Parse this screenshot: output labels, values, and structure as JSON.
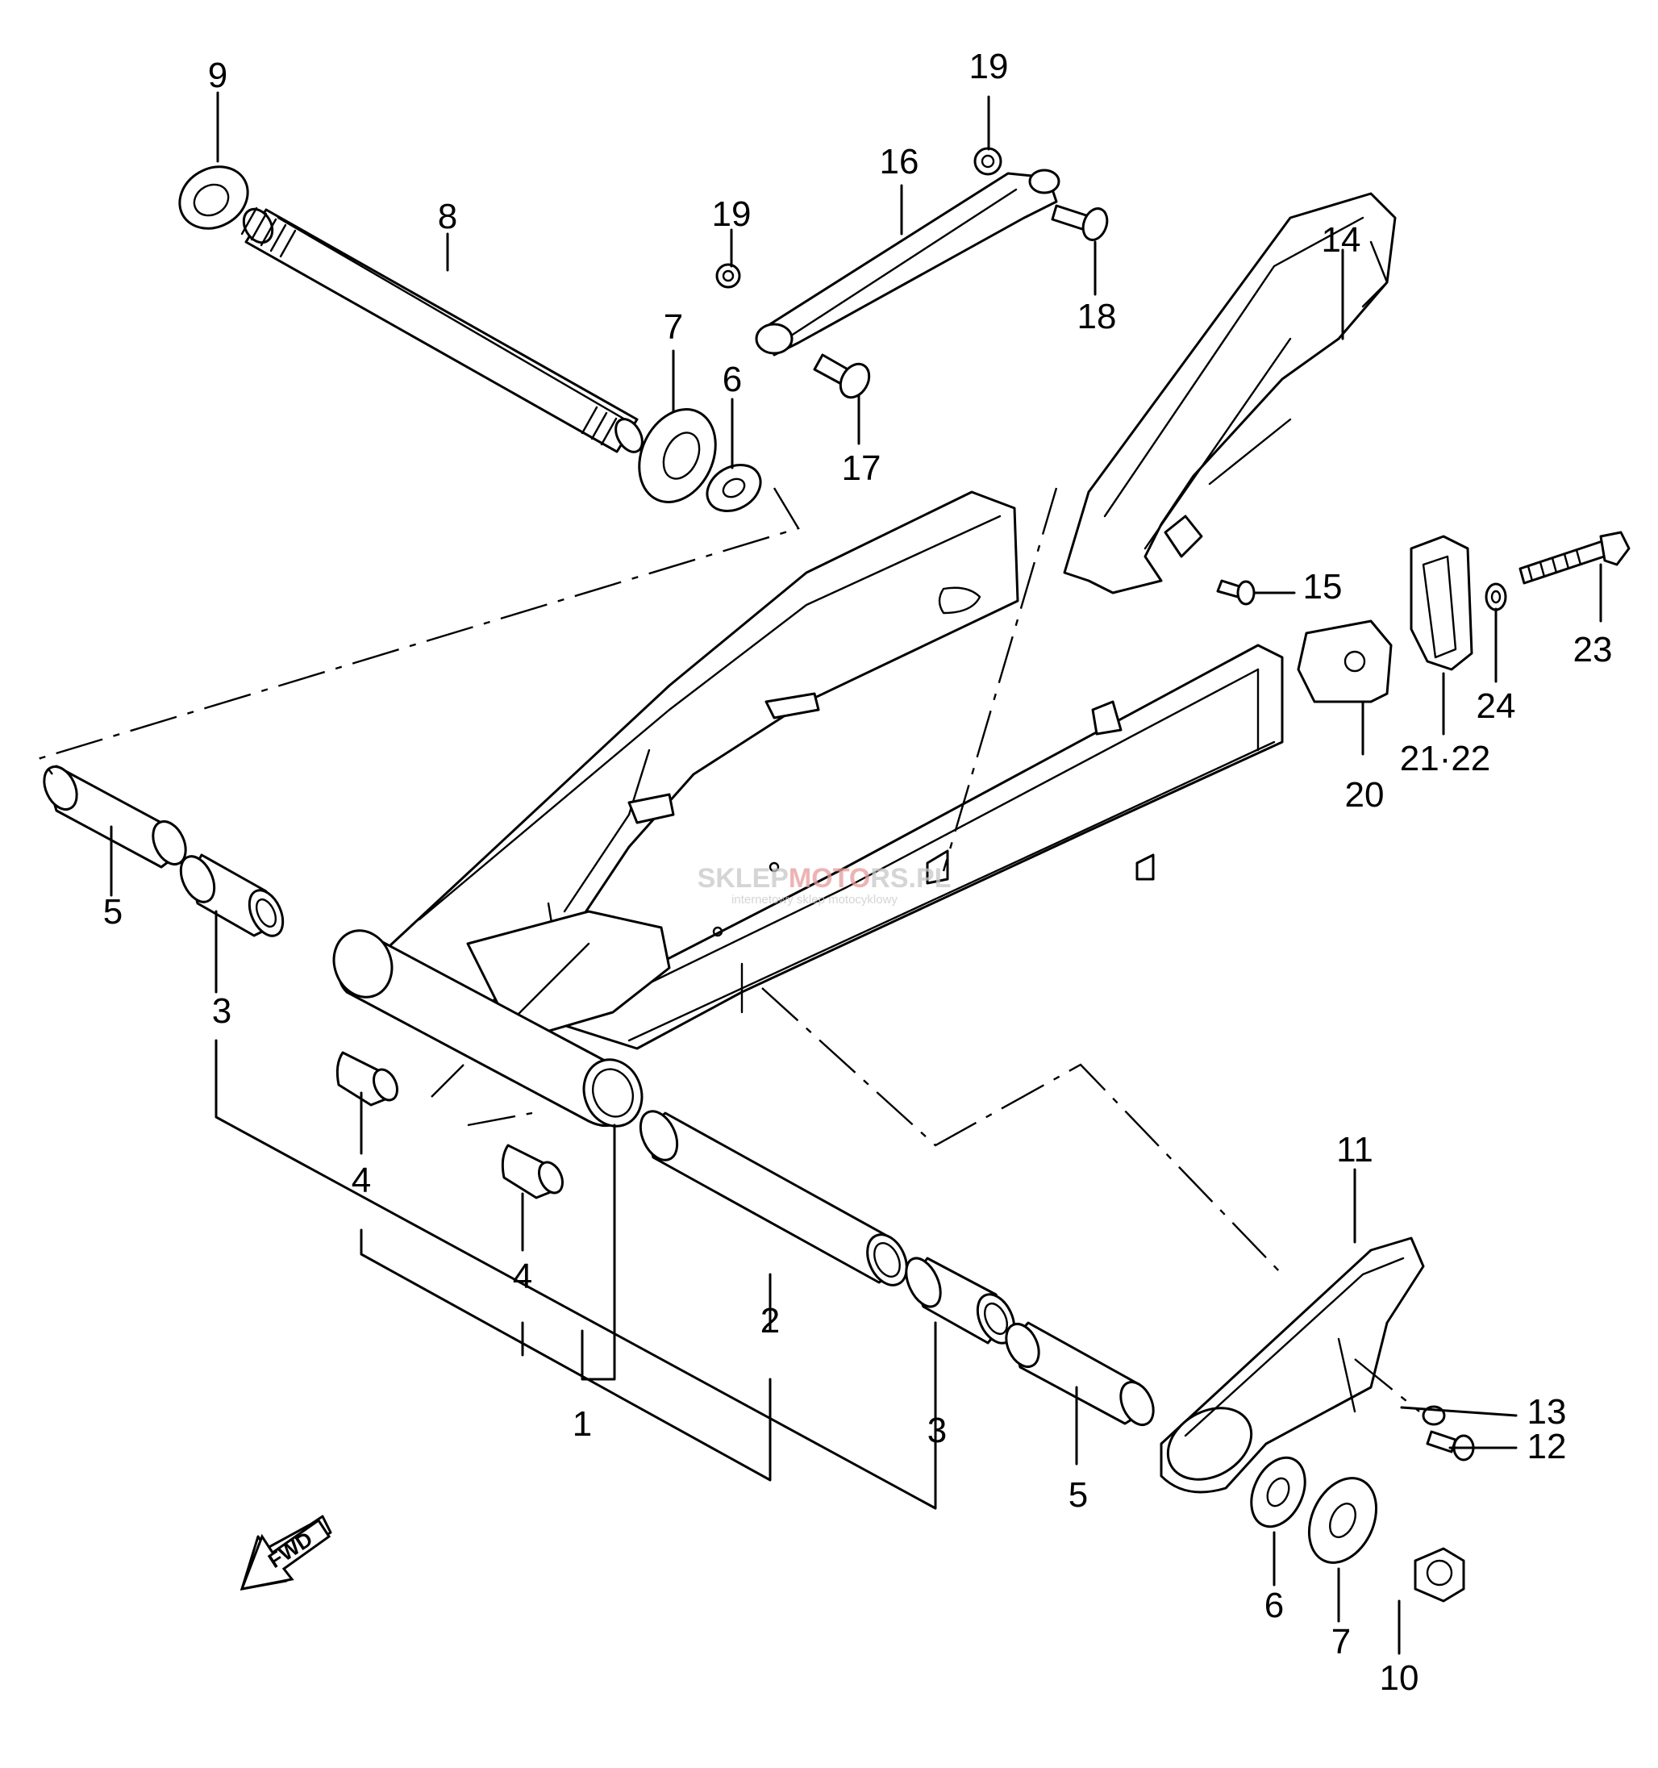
{
  "diagram": {
    "labels": {
      "l1": "1",
      "l2": "2",
      "l3a": "3",
      "l3b": "3",
      "l4a": "4",
      "l4b": "4",
      "l5a": "5",
      "l5b": "5",
      "l6a": "6",
      "l6b": "6",
      "l7a": "7",
      "l7b": "7",
      "l8": "8",
      "l9": "9",
      "l10": "10",
      "l11": "11",
      "l12": "12",
      "l13": "13",
      "l14": "14",
      "l15": "15",
      "l16": "16",
      "l17": "17",
      "l18": "18",
      "l19a": "19",
      "l19b": "19",
      "l20": "20",
      "l21_22": "21·22",
      "l23": "23",
      "l24": "24"
    },
    "fwd_label": "FWD",
    "watermark": {
      "brand_a": "SKLEP",
      "brand_b": "MOTO",
      "brand_c": "RS",
      "suffix": ".PL",
      "tagline": "internetowy sklep motocyklowy",
      "color_gray": "#c8c8c8",
      "color_red": "#e89a9a"
    }
  }
}
